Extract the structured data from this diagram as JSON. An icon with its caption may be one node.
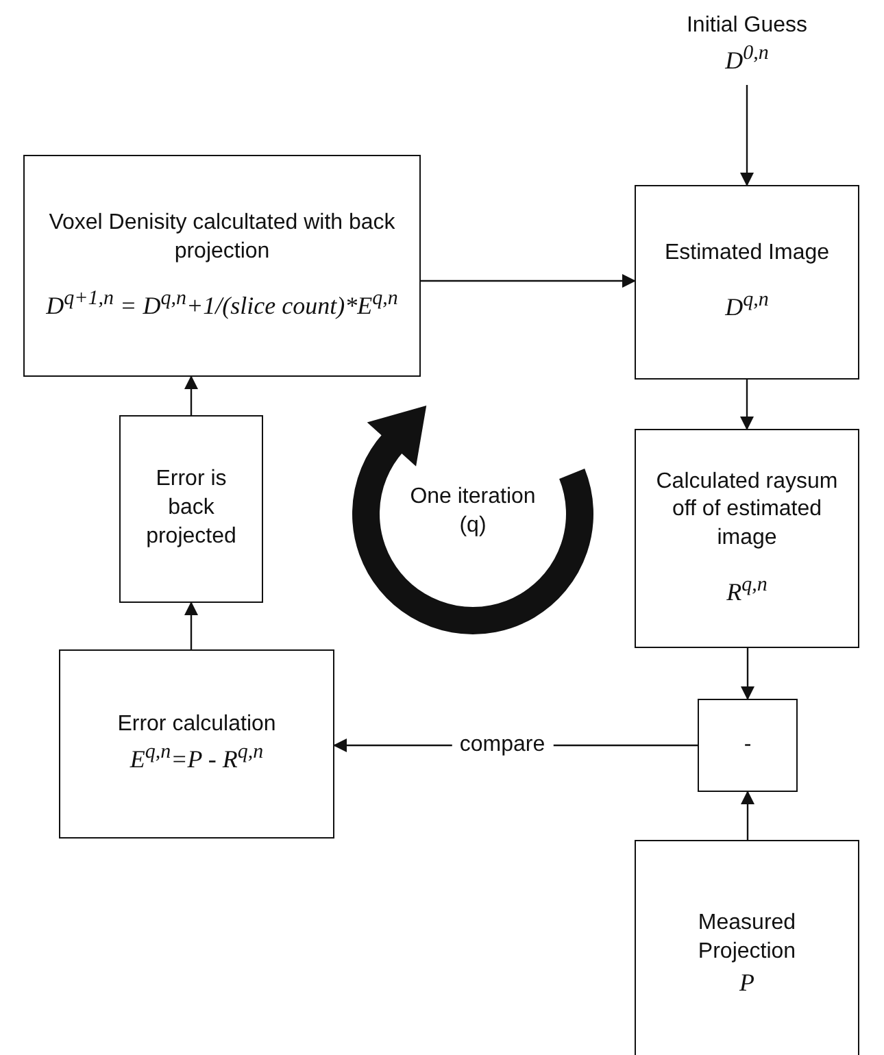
{
  "diagram": {
    "nodes": [
      {
        "text": [
          "Initial Guess",
          "D$^{0,n}$"
        ]
      },
      {
        "text": [
          "Voxel Denisity calcultated with back projection",
          "D$^{q+1,n}$ = D$^{q,n}$+1/(slice count)*E$^{q,n}$"
        ]
      },
      {
        "text": [
          "Estimated Image",
          "D$^{q,n}$"
        ]
      },
      {
        "text": [
          "Calculated raysum off of estimated image",
          "R$^{q,n}$"
        ]
      },
      {
        "text": [
          "-"
        ]
      },
      {
        "text": [
          "Measured Projection",
          "P"
        ]
      },
      {
        "text": [
          "Error is back projected"
        ]
      },
      {
        "text": [
          "Error calculation",
          "E$^{q,n}$=P - R$^{q,n}$"
        ]
      }
    ],
    "edges": [
      {
        "from": 0,
        "to": 2,
        "arrow": "to"
      },
      {
        "from": 1,
        "to": 2,
        "arrow": "to"
      },
      {
        "from": 2,
        "to": 3,
        "arrow": "to"
      },
      {
        "from": 3,
        "to": 4,
        "arrow": "to"
      },
      {
        "from": 5,
        "to": 4,
        "arrow": "to"
      },
      {
        "from": 4,
        "to": 7,
        "label": "compare",
        "arrow": "to"
      },
      {
        "from": 7,
        "to": 6,
        "arrow": "to"
      },
      {
        "from": 6,
        "to": 1,
        "arrow": "to"
      }
    ],
    "labels": [
      "One iteration (q)"
    ]
  }
}
